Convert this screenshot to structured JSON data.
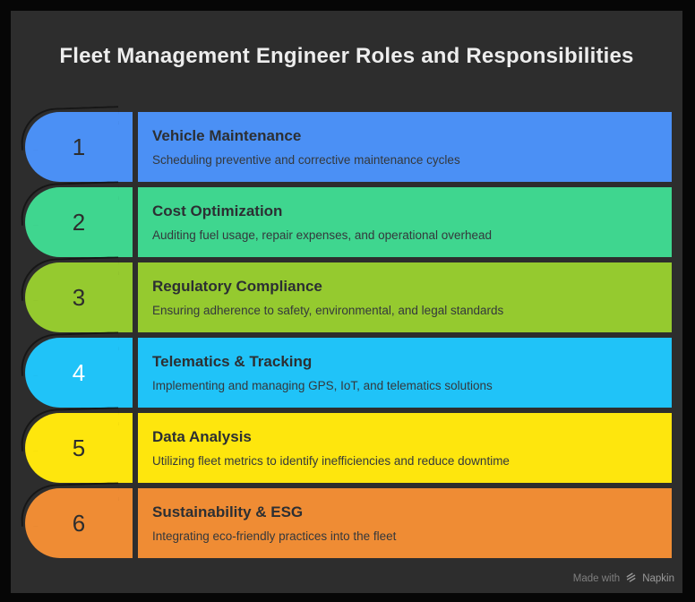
{
  "page": {
    "frame_color": "#060606",
    "canvas_color": "#2d2d2d",
    "title": "Fleet Management Engineer Roles and Responsibilities",
    "title_color": "#ededed"
  },
  "rows": [
    {
      "number": "1",
      "title": "Vehicle Maintenance",
      "description": "Scheduling preventive and corrective maintenance cycles",
      "color": "#4b90f5",
      "number_color": "#2d2d2d"
    },
    {
      "number": "2",
      "title": "Cost Optimization",
      "description": "Auditing fuel usage, repair expenses, and operational overhead",
      "color": "#3fd68f",
      "number_color": "#2d2d2d"
    },
    {
      "number": "3",
      "title": "Regulatory Compliance",
      "description": "Ensuring adherence to safety, environmental, and legal standards",
      "color": "#95ca2f",
      "number_color": "#2d2d2d"
    },
    {
      "number": "4",
      "title": "Telematics & Tracking",
      "description": "Implementing and managing GPS, IoT, and telematics solutions",
      "color": "#20c3f8",
      "number_color": "#ffffff"
    },
    {
      "number": "5",
      "title": "Data Analysis",
      "description": "Utilizing fleet metrics to identify inefficiencies and reduce downtime",
      "color": "#fee60d",
      "number_color": "#2d2d2d"
    },
    {
      "number": "6",
      "title": "Sustainability & ESG",
      "description": "Integrating eco-friendly practices into the fleet",
      "color": "#ef8c34",
      "number_color": "#2d2d2d"
    }
  ],
  "footer": {
    "made_with": "Made with",
    "brand": "Napkin"
  }
}
